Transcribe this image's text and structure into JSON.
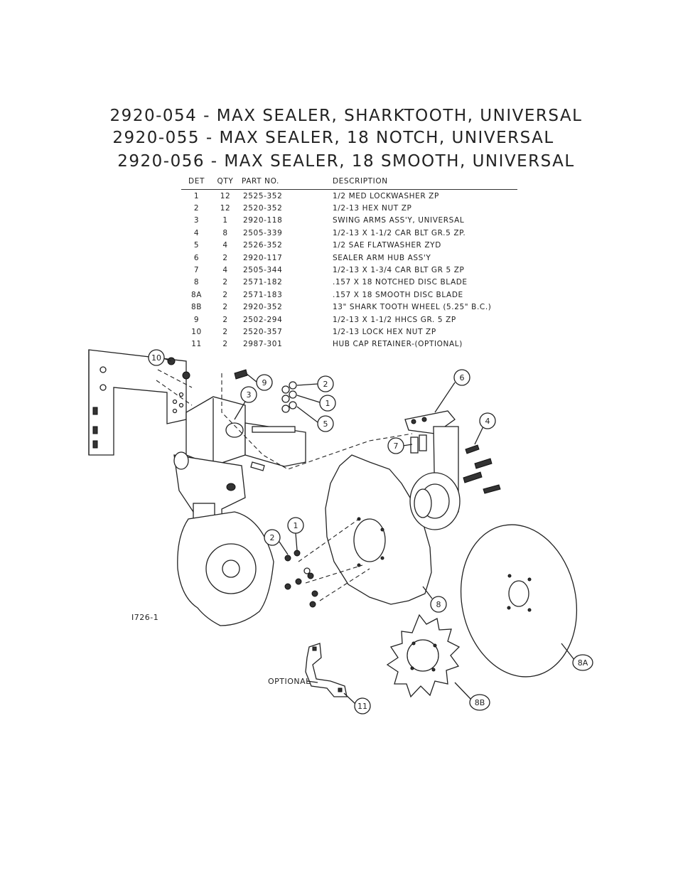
{
  "titles": [
    "2920-054 - MAX SEALER, SHARKTOOTH, UNIVERSAL",
    "2920-055 - MAX SEALER, 18 NOTCH, UNIVERSAL",
    "2920-056 - MAX SEALER, 18 SMOOTH, UNIVERSAL"
  ],
  "table": {
    "headers": {
      "det": "DET",
      "qty": "QTY",
      "part": "PART NO.",
      "desc": "DESCRIPTION"
    },
    "rows": [
      {
        "det": "1",
        "qty": "12",
        "part": "2525-352",
        "desc": "1/2 MED LOCKWASHER ZP"
      },
      {
        "det": "2",
        "qty": "12",
        "part": "2520-352",
        "desc": "1/2-13 HEX NUT ZP"
      },
      {
        "det": "3",
        "qty": "1",
        "part": "2920-118",
        "desc": "SWING ARMS ASS'Y, UNIVERSAL"
      },
      {
        "det": "4",
        "qty": "8",
        "part": "2505-339",
        "desc": "1/2-13 X 1-1/2 CAR BLT GR.5 ZP."
      },
      {
        "det": "5",
        "qty": "4",
        "part": "2526-352",
        "desc": "1/2 SAE FLATWASHER ZYD"
      },
      {
        "det": "6",
        "qty": "2",
        "part": "2920-117",
        "desc": "SEALER ARM HUB ASS'Y"
      },
      {
        "det": "7",
        "qty": "4",
        "part": "2505-344",
        "desc": "1/2-13 X 1-3/4 CAR BLT GR 5 ZP"
      },
      {
        "det": "8",
        "qty": "2",
        "part": "2571-182",
        "desc": ".157 X 18 NOTCHED DISC BLADE"
      },
      {
        "det": "8A",
        "qty": "2",
        "part": "2571-183",
        "desc": ".157 X 18 SMOOTH DISC BLADE"
      },
      {
        "det": "8B",
        "qty": "2",
        "part": "2920-352",
        "desc": "13\" SHARK TOOTH WHEEL (5.25\" B.C.)"
      },
      {
        "det": "9",
        "qty": "2",
        "part": "2502-294",
        "desc": "1/2-13 X 1-1/2 HHCS GR. 5 ZP"
      },
      {
        "det": "10",
        "qty": "2",
        "part": "2520-357",
        "desc": "1/2-13 LOCK HEX NUT ZP"
      },
      {
        "det": "11",
        "qty": "2",
        "part": "2987-301",
        "desc": "HUB CAP RETAINER-(OPTIONAL)"
      }
    ]
  },
  "figure": {
    "drawing_number": "I726-1",
    "optional_label": "OPTIONAL",
    "callouts": [
      "10",
      "9",
      "3",
      "2",
      "1",
      "5",
      "6",
      "4",
      "7",
      "2",
      "1",
      "8",
      "8A",
      "8B",
      "11"
    ]
  }
}
